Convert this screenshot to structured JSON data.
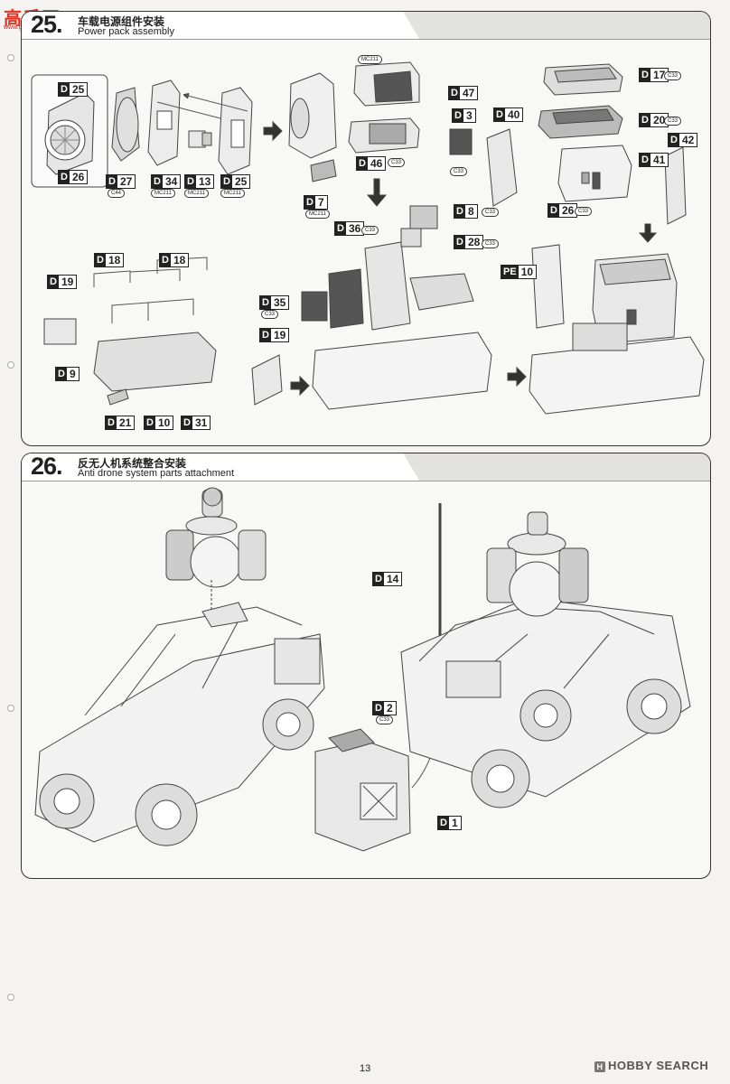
{
  "watermark": {
    "logo": "高手网",
    "url": "www.gaoshou.com"
  },
  "step25": {
    "number": "25.",
    "title_cn": "车载电源组件安装",
    "title_en": "Power pack assembly"
  },
  "step26": {
    "number": "26.",
    "title_cn": "反无人机系统整合安装",
    "title_en": "Anti drone system parts attachment"
  },
  "parts25": [
    {
      "id": "25",
      "pre": "D",
      "sub": ""
    },
    {
      "id": "26",
      "pre": "D",
      "sub": ""
    },
    {
      "id": "27",
      "pre": "D",
      "sub": "C44"
    },
    {
      "id": "34",
      "pre": "D",
      "sub": "MC211"
    },
    {
      "id": "13",
      "pre": "D",
      "sub": "MC211"
    },
    {
      "id": "25",
      "pre": "D",
      "sub": "MC211"
    },
    {
      "id": "7",
      "pre": "D",
      "sub": "MC211"
    },
    {
      "id": "47",
      "pre": "D",
      "sub": "MC211"
    },
    {
      "id": "3",
      "pre": "D",
      "sub": "C33"
    },
    {
      "id": "46",
      "pre": "D",
      "sub": "C33"
    },
    {
      "id": "17",
      "pre": "D",
      "sub": "C33"
    },
    {
      "id": "40",
      "pre": "D",
      "sub": ""
    },
    {
      "id": "20",
      "pre": "D",
      "sub": "C33"
    },
    {
      "id": "42",
      "pre": "D",
      "sub": ""
    },
    {
      "id": "41",
      "pre": "D",
      "sub": ""
    },
    {
      "id": "26",
      "pre": "D",
      "sub": "C33"
    },
    {
      "id": "8",
      "pre": "D",
      "sub": "C33"
    },
    {
      "id": "36",
      "pre": "D",
      "sub": "C33"
    },
    {
      "id": "28",
      "pre": "D",
      "sub": "C33"
    },
    {
      "id": "18",
      "pre": "D",
      "sub": ""
    },
    {
      "id": "18",
      "pre": "D",
      "sub": ""
    },
    {
      "id": "19",
      "pre": "D",
      "sub": ""
    },
    {
      "id": "35",
      "pre": "D",
      "sub": "C33"
    },
    {
      "id": "10",
      "pre": "PE",
      "sub": ""
    },
    {
      "id": "19",
      "pre": "D",
      "sub": ""
    },
    {
      "id": "9",
      "pre": "D",
      "sub": ""
    },
    {
      "id": "21",
      "pre": "D",
      "sub": ""
    },
    {
      "id": "10",
      "pre": "D",
      "sub": ""
    },
    {
      "id": "31",
      "pre": "D",
      "sub": ""
    }
  ],
  "parts26": [
    {
      "id": "14",
      "pre": "D",
      "sub": ""
    },
    {
      "id": "2",
      "pre": "D",
      "sub": "C33"
    },
    {
      "id": "1",
      "pre": "D",
      "sub": ""
    }
  ],
  "footer": {
    "page": "13",
    "brand": "HOBBY SEARCH",
    "brand_icon": "H"
  }
}
